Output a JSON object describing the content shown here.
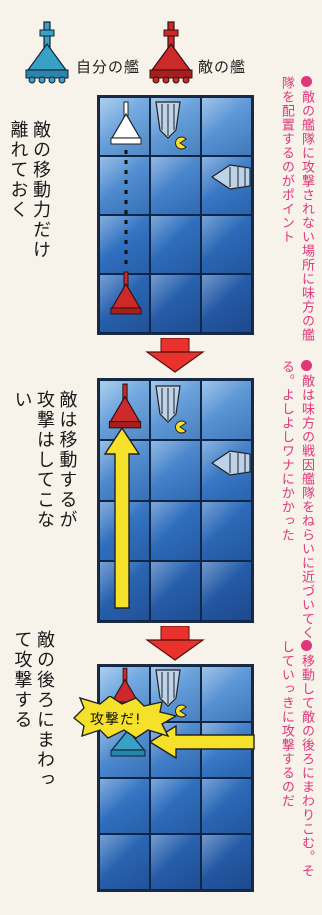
{
  "legend": {
    "own_ship": "自分の艦",
    "enemy_ship": "敵の艦"
  },
  "captions": [
    "敵の移動力だけ離れておく",
    "敵は移動するが攻撃はしてこない",
    "敵の後ろにまわって攻撃する"
  ],
  "notes": [
    "敵の艦隊に攻撃されない場所に味方の艦隊を配置するのがポイント",
    "敵は味方の戦因艦隊をねらいに近づいてくる。よしよしワナにかかった",
    "移動して敵の後ろにまわりこむ。そしていっきに攻撃するのだ"
  ],
  "shout": "攻撃だ!",
  "colors": {
    "board_light": "#7fb4e6",
    "board_dark": "#1f4f98",
    "own_ship": "#3aa1c6",
    "enemy_ship": "#cc2a2a",
    "note_pink": "#e0367a",
    "arrow_red": "#e8332c",
    "arrow_yellow": "#f6e12a",
    "shout_yellow": "#f6e12a"
  },
  "icons": [
    "own-ship-icon",
    "enemy-ship-icon",
    "arrow-down-icon",
    "yellow-arrow-icon",
    "pink-marker-icon",
    "explosion-icon"
  ]
}
